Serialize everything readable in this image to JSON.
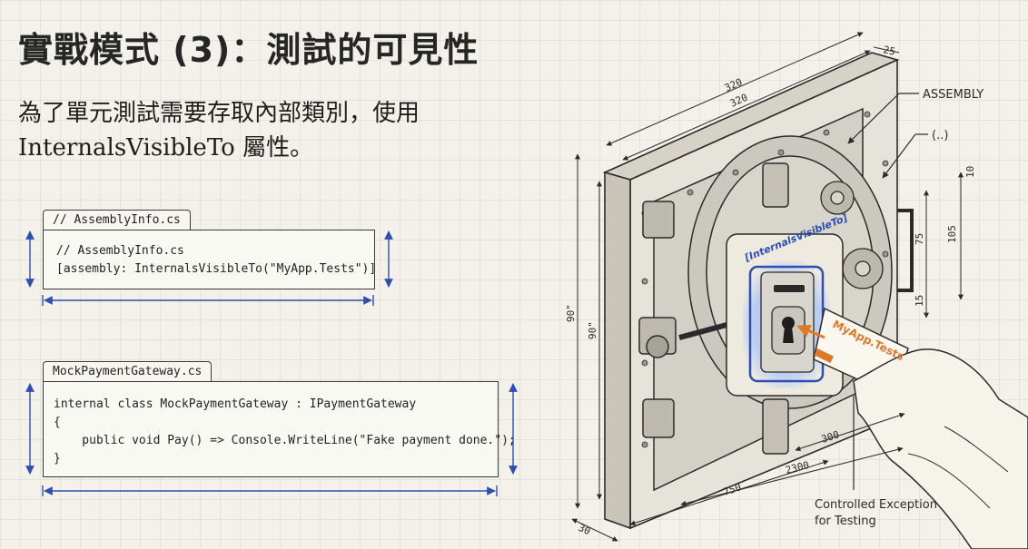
{
  "title": "實戰模式 (3)：測試的可見性",
  "subtitle": "為了單元測試需要存取內部類別，使用 InternalsVisibleTo 屬性。",
  "code_blocks": [
    {
      "tab": "// AssemblyInfo.cs",
      "lines": [
        "// AssemblyInfo.cs",
        "[assembly: InternalsVisibleTo(\"MyApp.Tests\")]"
      ]
    },
    {
      "tab": "MockPaymentGateway.cs",
      "lines": [
        "internal class MockPaymentGateway : IPaymentGateway",
        "{",
        "    public void Pay() => Console.WriteLine(\"Fake payment done.\");",
        "}"
      ]
    }
  ],
  "illustration": {
    "plate_label": "[InternalsVisibleTo]",
    "card_label": "MyApp.Tests",
    "callouts": {
      "assembly": "ASSEMBLY",
      "dots": "(..)",
      "caption_line1": "Controlled Exception",
      "caption_line2": "for Testing"
    },
    "dimensions": {
      "top1": "320",
      "top2": "320",
      "corner": "25",
      "right1": "10",
      "right2": "105",
      "right3": "75",
      "right4": "15",
      "left1": "90\"",
      "left2": "90\"",
      "bottom1": "300",
      "bottom2": "2300",
      "bottom3": "750",
      "bottom4": "30"
    }
  },
  "colors": {
    "accent_blue": "#2d4fb0",
    "glow_blue": "#8fb6ff",
    "card_orange": "#e0782a",
    "ink": "#2a2a2a"
  }
}
